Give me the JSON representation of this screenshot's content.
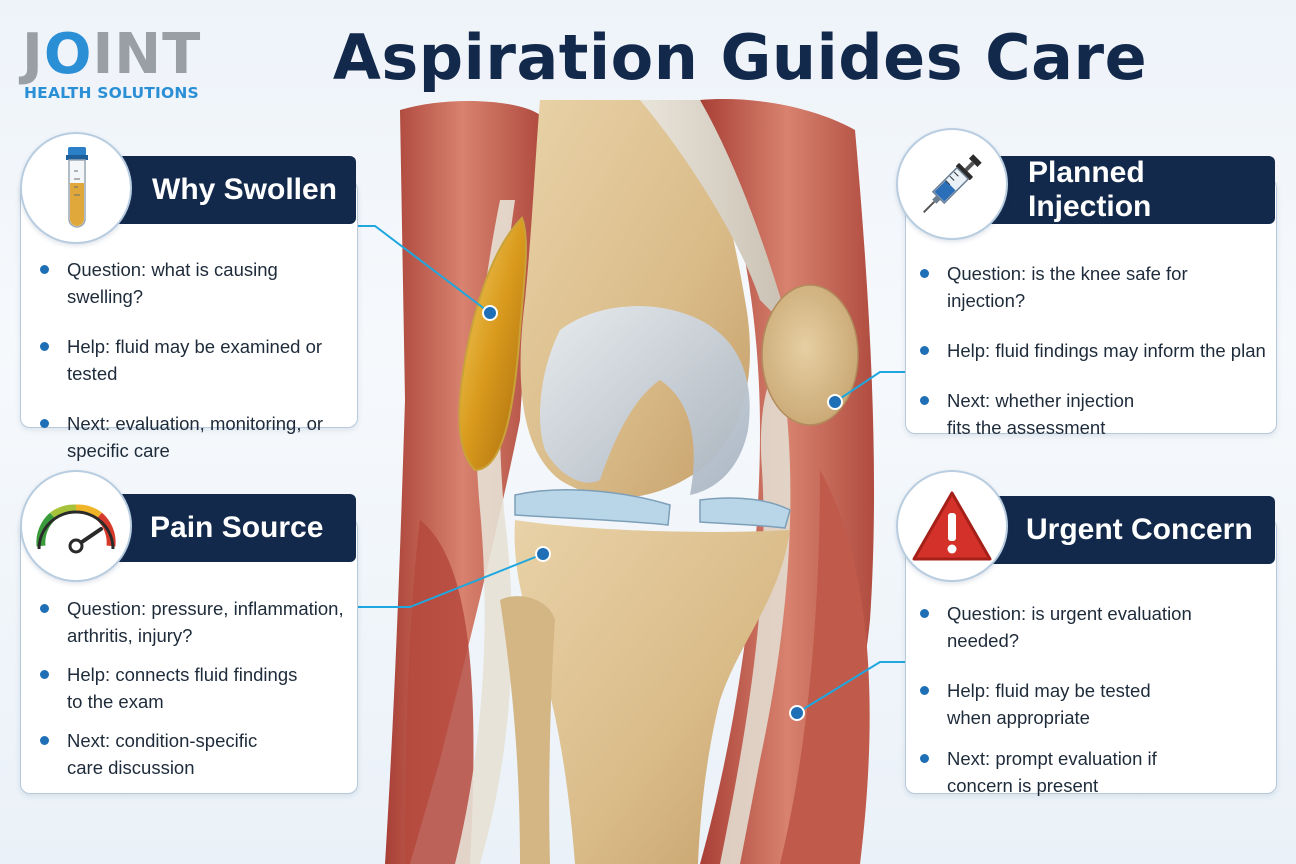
{
  "logo": {
    "word_left": "J",
    "word_o": "O",
    "word_right": "INT",
    "subtitle": "HEALTH SOLUTIONS"
  },
  "title": "Aspiration Guides Care",
  "colors": {
    "navy": "#13294b",
    "accent_blue": "#2b8fd6",
    "bullet": "#1f6fb6",
    "leader": "#1fa7df"
  },
  "cards": [
    {
      "heading": "Why Swollen",
      "icon": "test-tube-icon",
      "bullets": [
        "Question: what is causing swelling?",
        "Help: fluid may be examined or tested",
        "Next: evaluation, monitoring, or\nspecific care"
      ]
    },
    {
      "heading": "Pain Source",
      "icon": "gauge-icon",
      "bullets": [
        "Question: pressure, inflammation,\narthritis, injury?",
        "Help: connects fluid findings\nto the exam",
        "Next: condition-specific\ncare discussion"
      ]
    },
    {
      "heading": "Planned Injection",
      "icon": "syringe-icon",
      "bullets": [
        "Question: is the knee safe for injection?",
        "Help: fluid findings may inform the plan",
        "Next: whether injection\nfits the assessment"
      ]
    },
    {
      "heading": "Urgent Concern",
      "icon": "warning-triangle-icon",
      "bullets": [
        "Question: is urgent evaluation needed?",
        "Help: fluid may be tested\nwhen appropriate",
        "Next: prompt evaluation if\nconcern is present"
      ]
    }
  ]
}
